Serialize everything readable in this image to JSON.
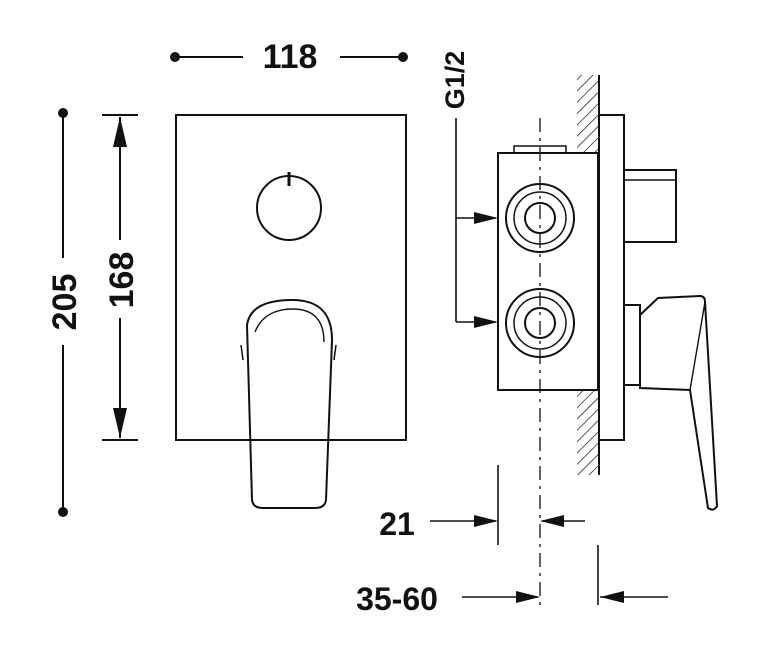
{
  "dimensions": {
    "plate_width": "118",
    "plate_height": "168",
    "total_height": "205",
    "thread": "G1/2",
    "depth_min": "21",
    "depth_range": "35-60"
  },
  "colors": {
    "ink": "#111111",
    "background": "#ffffff"
  }
}
